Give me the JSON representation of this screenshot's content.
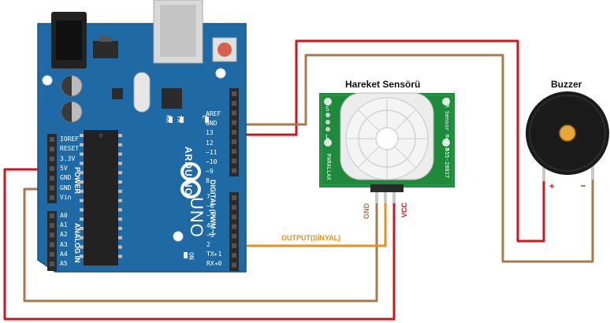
{
  "colors": {
    "board": "#1f6aa5",
    "board_dark": "#17547f",
    "pcb_green": "#1f8a3c",
    "wire_red": "#d0151d",
    "wire_brown": "#a8794b",
    "wire_orange": "#e8901a",
    "wire_gray": "#c8c8c8",
    "header": "#2a2a2a",
    "buzzer": "#1a1a1a",
    "buzzer_core": "#e8a63a"
  },
  "titles": {
    "sensor": "Hareket Sensörü",
    "buzzer": "Buzzer"
  },
  "arduino": {
    "brand": "ARDUINO",
    "model": "UNO",
    "power_header": "POWER",
    "analog_header": "ANALOG IN",
    "digital_header": "DIGITAL (PWM~)",
    "tx": "TX",
    "rx": "RX",
    "l": "L",
    "on": "ON",
    "power_pins": [
      "IOREF",
      "RESET",
      "3.3V",
      "5V",
      "GND",
      "GND",
      "Vin"
    ],
    "analog_pins": [
      "A0",
      "A1",
      "A2",
      "A3",
      "A4",
      "A5"
    ],
    "digital_top_pins": [
      "AREF",
      "GND",
      "13",
      "12",
      "~11",
      "~10",
      "~9",
      "8"
    ],
    "digital_bottom_pins": [
      "7",
      "~6",
      "~5",
      "4",
      "~3",
      "2",
      "TX▸1",
      "RX◂0"
    ]
  },
  "sensor": {
    "pcb_s": "S",
    "pcb_l": "L",
    "side_right": "PIR Sensor Rev B",
    "side_left": "PARALLAX",
    "part_no": "555-28027",
    "pin_gnd": "GND",
    "pin_vcc": "VCC"
  },
  "buzzer": {
    "plus": "+",
    "minus": "–"
  },
  "wires": {
    "output_label": "OUTPUT(SİNYAL)"
  }
}
